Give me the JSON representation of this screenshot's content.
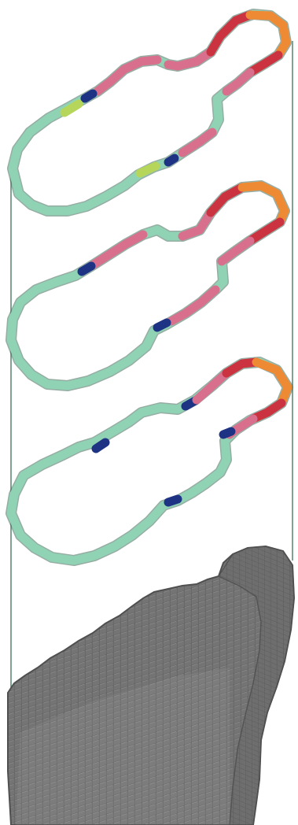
{
  "colors": {
    "teal": "#8fd3b4",
    "pink": "#d8708d",
    "red": "#cc3340",
    "orange": "#ef8a34",
    "navy": "#1e3384",
    "lime": "#b5d65a",
    "gray": "#7a7a7a",
    "connector": "#5f8a78"
  },
  "layers": [
    {
      "name": "top-slice"
    },
    {
      "name": "middle-slice"
    },
    {
      "name": "lower-slice"
    },
    {
      "name": "voxel-volume"
    }
  ]
}
